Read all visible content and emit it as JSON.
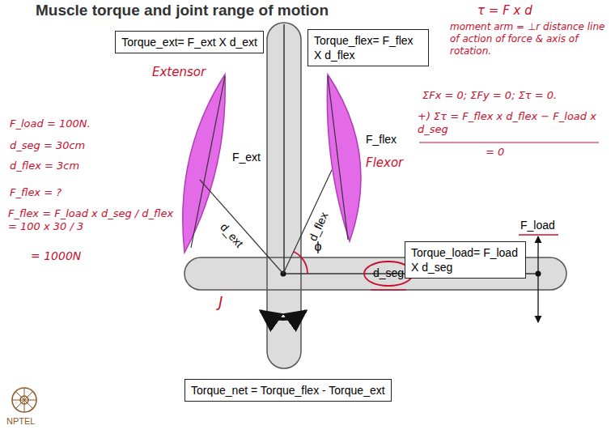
{
  "diagram": {
    "title": "Muscle torque and joint range of motion",
    "nodes": [
      {
        "text": [
          "Torque_ext= F_ext X d_ext"
        ]
      },
      {
        "text": [
          "Torque_flex= F_flex X d_flex"
        ]
      },
      {
        "text": [
          "Torque_load= F_load X d_seg"
        ]
      },
      {
        "text": [
          "Torque_net = Torque_flex - Torque_ext"
        ]
      }
    ],
    "labels": [
      "τ = F x d",
      "moment arm = ⊥r distance line of action of force & axis of rotation.",
      "ΣFx = 0; ΣFy = 0; Στ = 0.",
      "+) Στ = F_flex x d_flex − F_load x d_seg",
      "= 0",
      "Extensor",
      "Flexor",
      "F_load = 100N.",
      "d_seg = 30cm",
      "d_flex = 3cm",
      "F_flex = ?",
      "F_flex = F_load x d_seg / d_flex = 100 x 30 / 3",
      "= 1000N",
      "F_ext",
      "F_flex",
      "d_ext",
      "d_flex",
      "ϕ",
      "F_load",
      "d_seg",
      "J",
      "NPTEL"
    ]
  }
}
